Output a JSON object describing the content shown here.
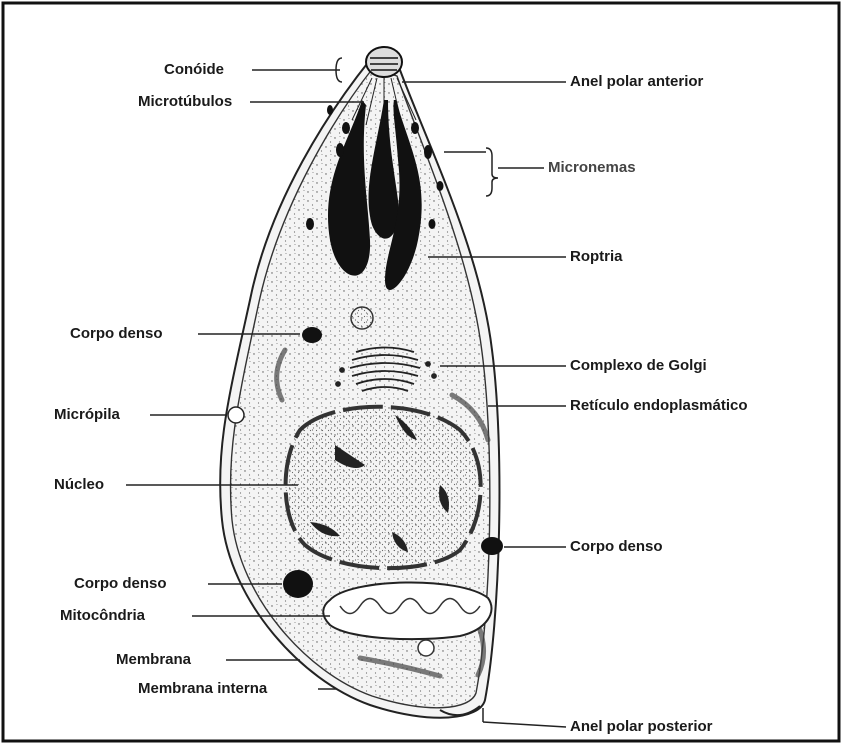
{
  "labels": {
    "conoide": "Conóide",
    "microtubulos": "Microtúbulos",
    "anel_polar_anterior": "Anel polar anterior",
    "micronemas": "Micronemas",
    "roptria": "Roptria",
    "corpo_denso_1": "Corpo denso",
    "complexo_golgi": "Complexo de Golgi",
    "micropila": "Micrópila",
    "reticulo": "Retículo endoplasmático",
    "nucleo": "Núcleo",
    "corpo_denso_2": "Corpo denso",
    "corpo_denso_3": "Corpo denso",
    "mitocondria": "Mitocôndria",
    "membrana": "Membrana",
    "membrana_interna": "Membrana interna",
    "anel_polar_posterior": "Anel polar posterior"
  }
}
